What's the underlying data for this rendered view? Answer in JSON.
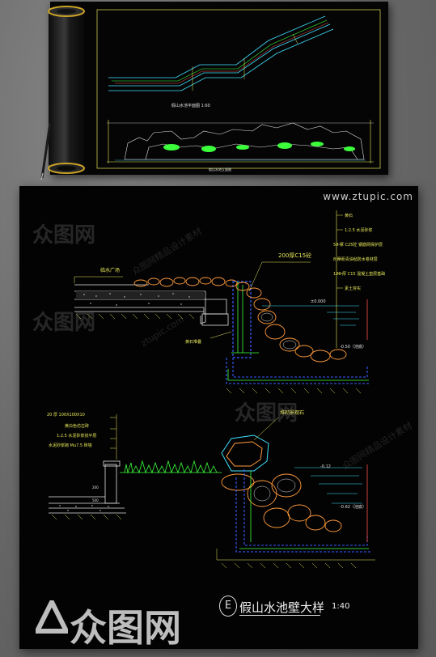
{
  "watermark": {
    "url": "www.ztupic.com",
    "logo": "众图网",
    "slant_a": "众图网精品设计素材",
    "slant_b": "ztupic.com"
  },
  "top_sheet": {
    "plan_caption": "假山水池平面图 1:60",
    "elevation_caption": "假山水池立面图"
  },
  "upper_section": {
    "deck_label": "临水广场",
    "wall_label": "200厚C15砼",
    "rock_label": "黄石堆叠",
    "level_zero": "±0.000",
    "level_bottom": "-0.50（池底）",
    "layers": [
      "黄石",
      "1:2.5   水泥砂浆",
      "50 厚 C25砼 钢筋网保护层",
      "8 厚沥青油毡防水卷材层",
      "120 厚 C15  混凝土垫层基础",
      "素土夯实"
    ]
  },
  "lower_section": {
    "edge_layers": [
      "20 厚 100X100X10",
      "黄白色仿古砖",
      "1:2.5   水泥砂浆找平层",
      "水泥砂浆砌  Mu7.5 砖墙"
    ],
    "rock_label": "堆砌景观石",
    "level_a": "-0.12",
    "level_b": "-0.62（池底）",
    "dim_a": "200",
    "dim_b": "500"
  },
  "title": {
    "marker": "E",
    "text": "假山水池壁大样",
    "scale": "1:40"
  },
  "colors": {
    "cad_yellow": "#e8e85a",
    "cad_green": "#3cff3c",
    "cad_cyan": "#40e0ff",
    "cad_orange": "#ff9a3c",
    "cad_blue": "#3a5cff"
  }
}
